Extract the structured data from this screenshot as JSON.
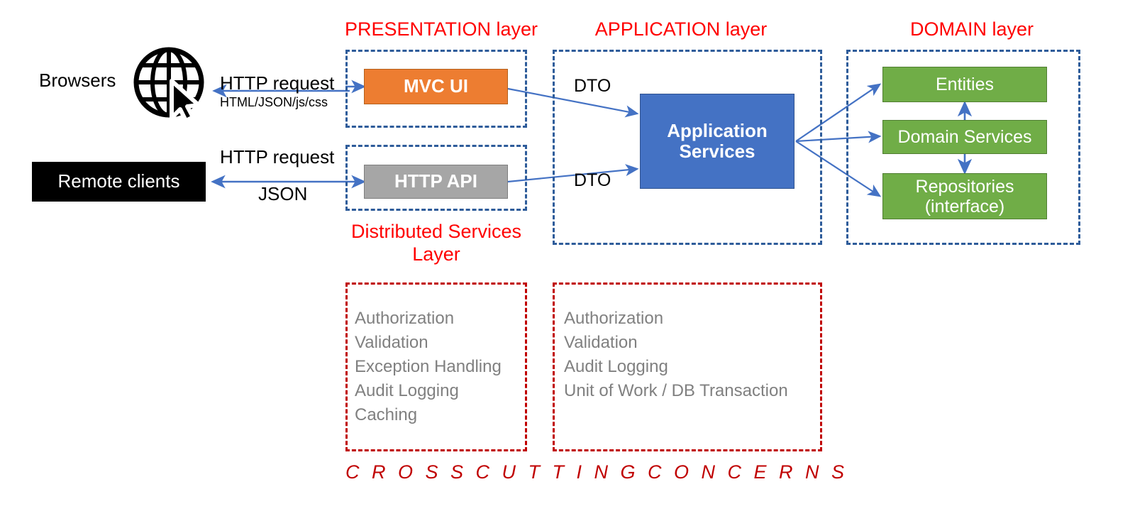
{
  "diagram": {
    "title_presentation": "PRESENTATION layer",
    "title_application": "APPLICATION layer",
    "title_domain": "DOMAIN layer",
    "title_distributed": "Distributed Services Layer",
    "cross_cutting_caption": "C R O S S   C U T T I N G   C O N C E R N S"
  },
  "clients": {
    "browsers_label": "Browsers",
    "globe_icon": "globe-cursor-icon",
    "remote_clients_label": "Remote clients"
  },
  "edges": {
    "browser_request": "HTTP request",
    "browser_response": "HTML/JSON/js/css",
    "remote_request": "HTTP request",
    "remote_response": "JSON",
    "dto_top": "DTO",
    "dto_bottom": "DTO"
  },
  "presentation": {
    "mvc_ui": "MVC UI",
    "http_api": "HTTP API"
  },
  "application": {
    "services": "Application\nServices",
    "services_line1": "Application",
    "services_line2": "Services"
  },
  "domain": {
    "entities": "Entities",
    "domain_services": "Domain Services",
    "repositories_line1": "Repositories",
    "repositories_line2": "(interface)"
  },
  "cross_cutting": {
    "distributed_items": [
      "Authorization",
      "Validation",
      "Exception Handling",
      "Audit Logging",
      "Caching"
    ],
    "application_items": [
      "Authorization",
      "Validation",
      "Audit Logging",
      "Unit of Work / DB Transaction"
    ]
  },
  "colors": {
    "layer_title_red": "#FF0000",
    "dashed_blue": "#2E5C9A",
    "dashed_red": "#C00000",
    "mvc_orange": "#ED7D31",
    "api_gray": "#A6A6A6",
    "app_blue": "#4472C4",
    "domain_green": "#70AD47",
    "arrow_blue": "#4472C4",
    "concern_gray": "#808080",
    "caption_red": "#C00000"
  }
}
